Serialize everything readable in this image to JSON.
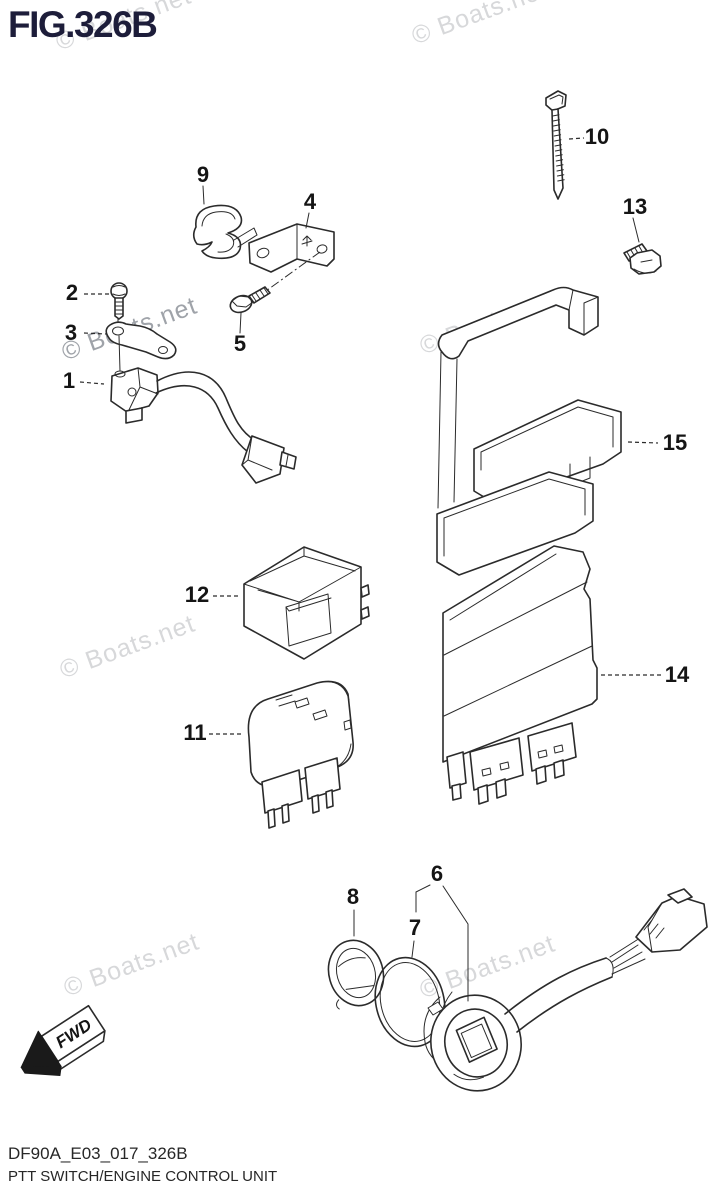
{
  "figure": {
    "title": "FIG.326B"
  },
  "watermark": {
    "text": "© Boats.net"
  },
  "part_labels": {
    "p1": "1",
    "p2": "2",
    "p3": "3",
    "p4": "4",
    "p5": "5",
    "p6": "6",
    "p7": "7",
    "p8": "8",
    "p9": "9",
    "p10": "10",
    "p11": "11",
    "p12": "12",
    "p13": "13",
    "p14": "14",
    "p15": "15"
  },
  "fwd": {
    "label": "FWD"
  },
  "footer": {
    "code": "DF90A_E03_017_326B",
    "caption": "PTT SWITCH/ENGINE CONTROL UNIT"
  },
  "colors": {
    "title": "#1d1d3a",
    "line_art": "#2b2b2b",
    "watermark_light": "#d7d8da",
    "watermark_dark": "#9fa3a9",
    "label": "#151515"
  }
}
